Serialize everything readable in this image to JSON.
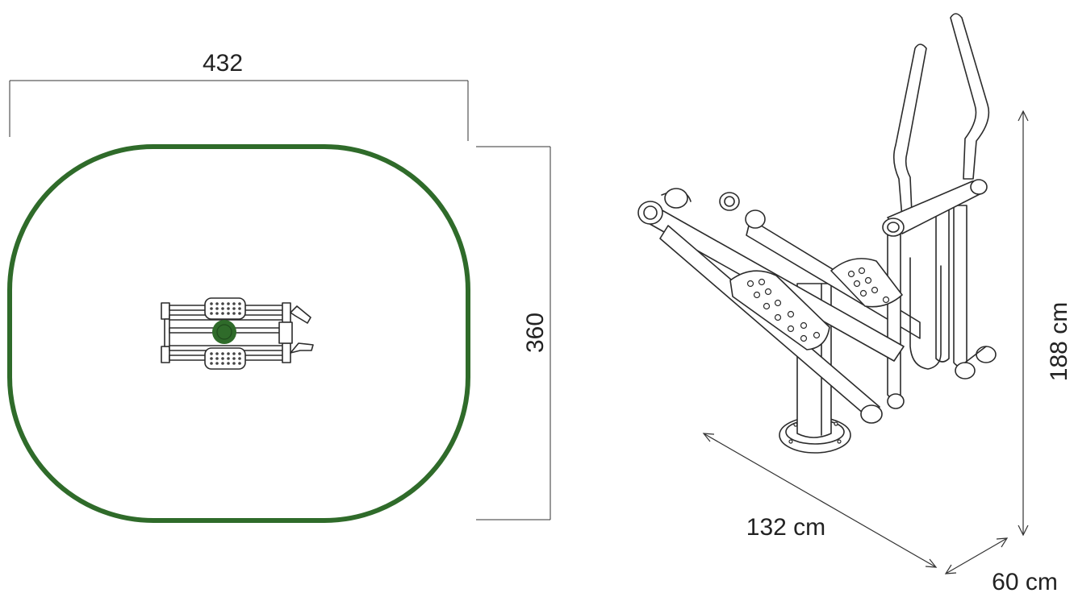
{
  "plan": {
    "width_label": "432",
    "depth_label": "360",
    "zone_color": "#2f6b2a",
    "center_color": "#2f6b2a"
  },
  "product": {
    "height_label": "188 cm",
    "length_label": "132 cm",
    "width_label": "60 cm"
  }
}
